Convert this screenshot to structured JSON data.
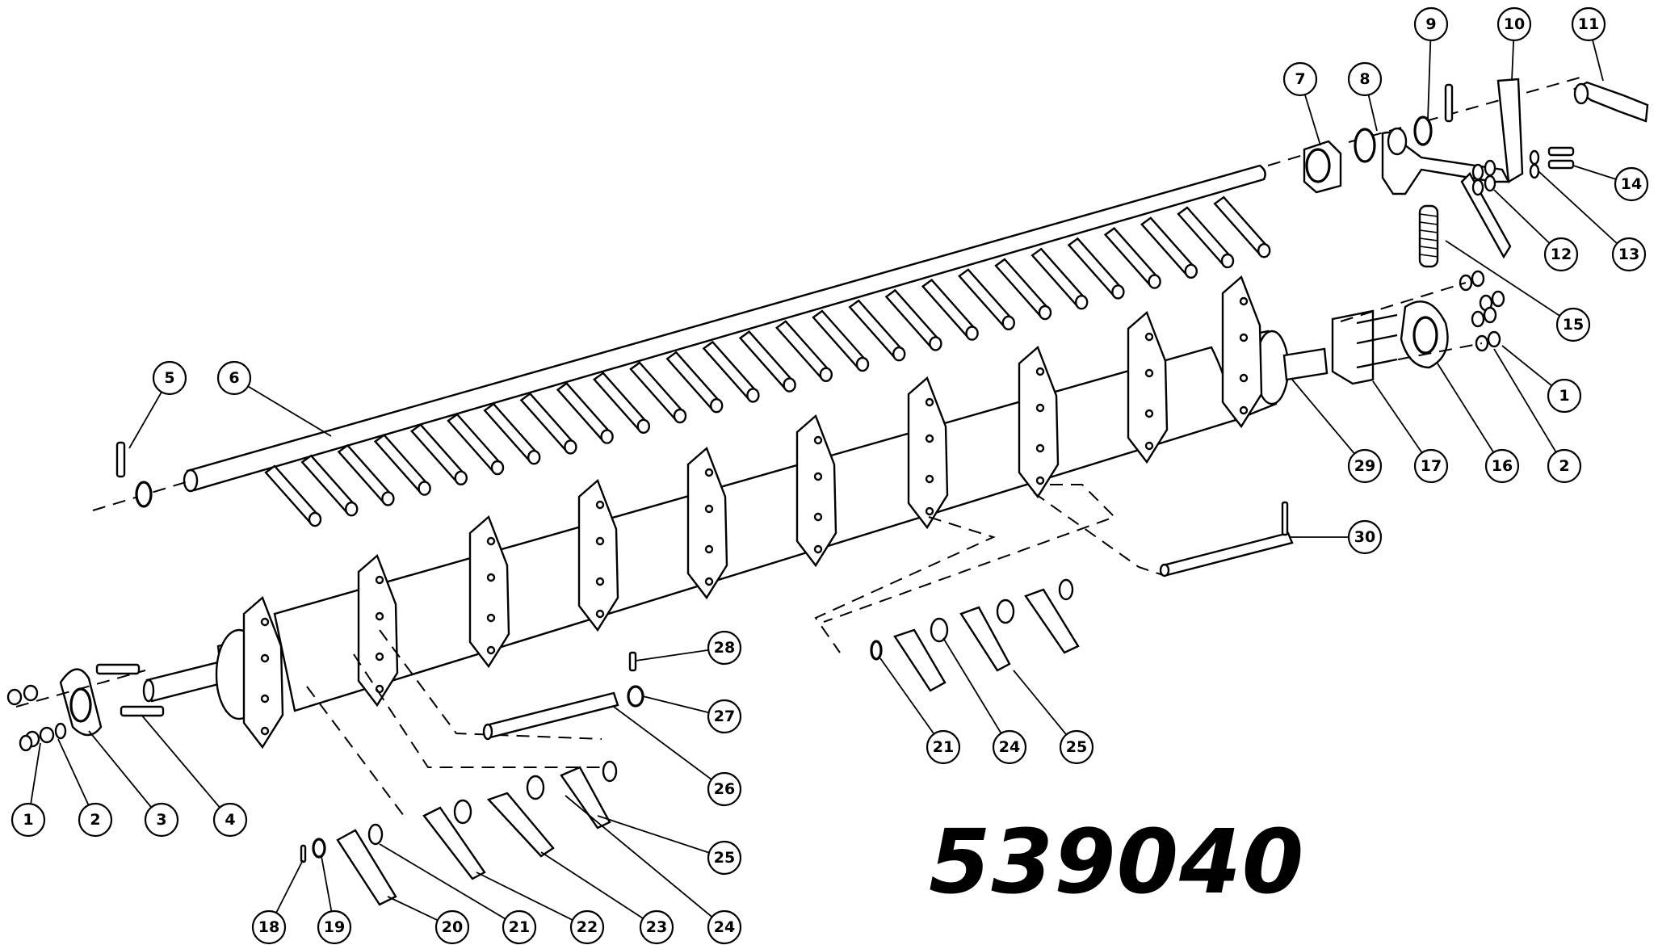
{
  "drawing": {
    "number": "539040"
  },
  "callouts": [
    "1",
    "2",
    "3",
    "4",
    "5",
    "6",
    "7",
    "8",
    "9",
    "10",
    "11",
    "12",
    "13",
    "14",
    "15",
    "16",
    "17",
    "18",
    "19",
    "20",
    "21",
    "22",
    "23",
    "24",
    "25",
    "26",
    "27",
    "28",
    "29",
    "30"
  ]
}
